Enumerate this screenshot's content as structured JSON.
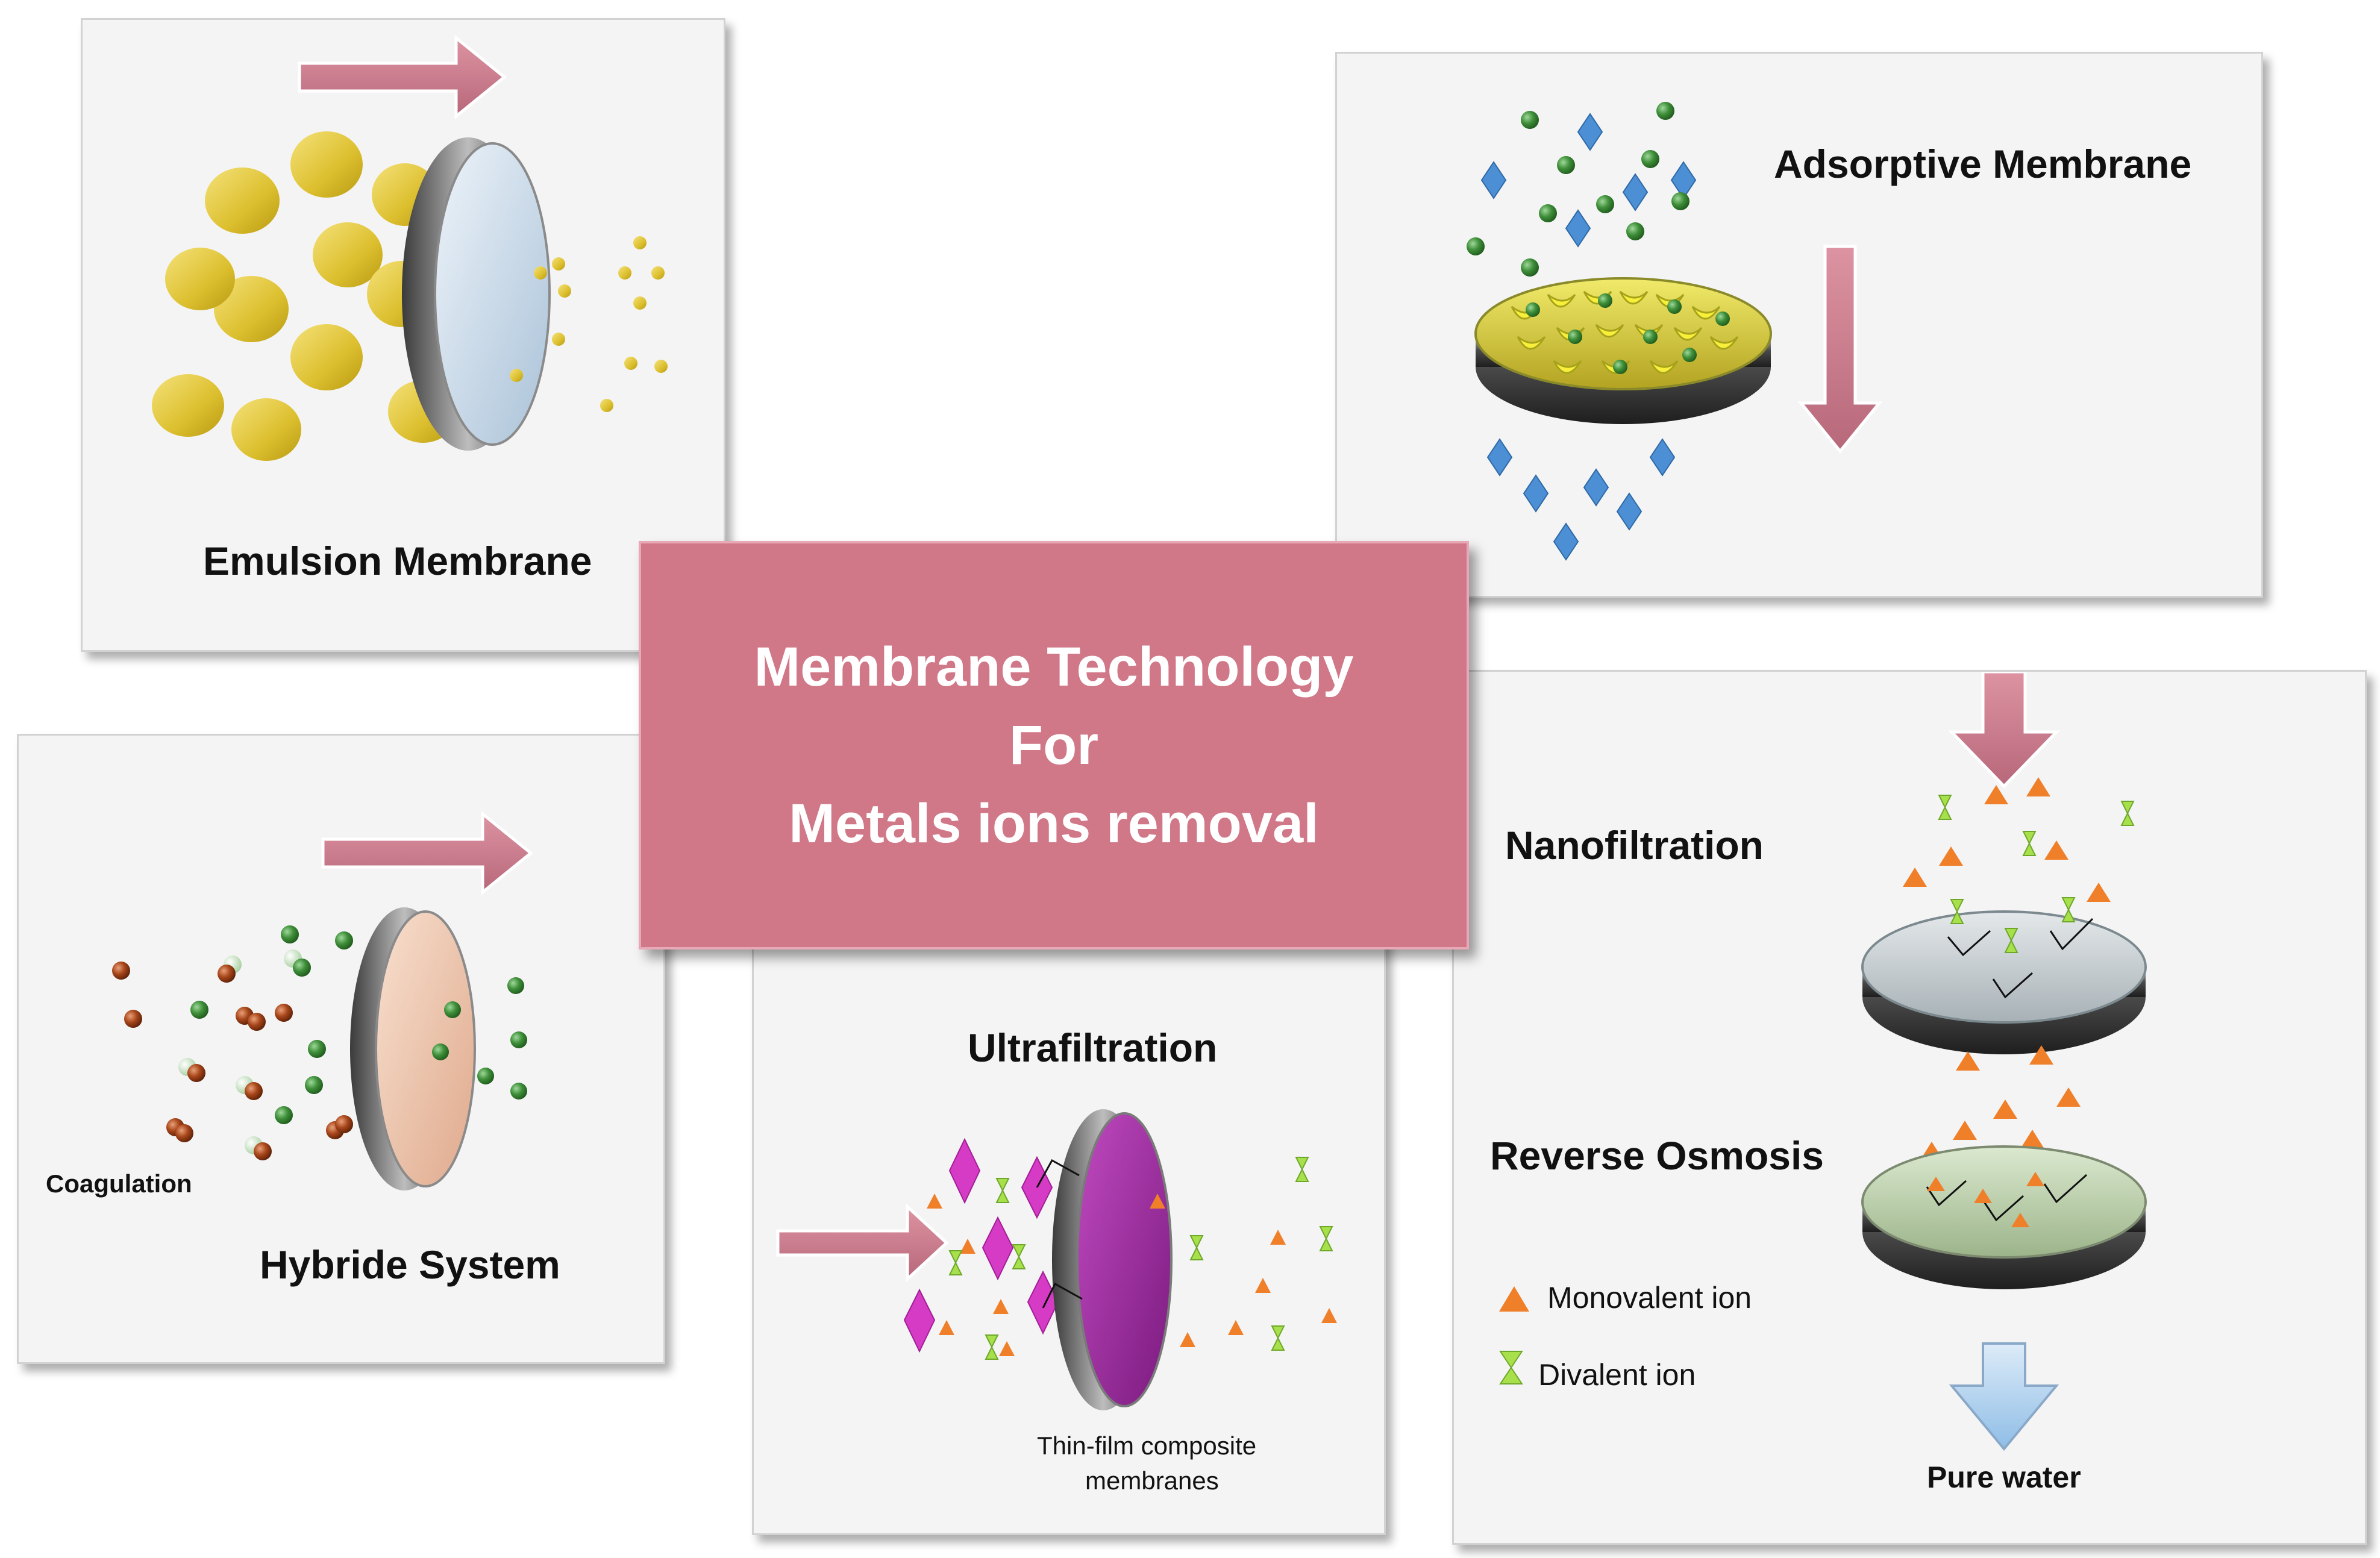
{
  "center": {
    "line1": "Membrane Technology",
    "line2": "For",
    "line3": "Metals ions removal"
  },
  "panels": {
    "emulsion": {
      "title": "Emulsion Membrane"
    },
    "adsorptive": {
      "title": "Adsorptive Membrane"
    },
    "hybride": {
      "title": "Hybride System",
      "sublabel": "Coagulation"
    },
    "ultrafiltration": {
      "title": "Ultrafiltration",
      "caption_line1": "Thin-film composite",
      "caption_line2": "membranes"
    },
    "nf_ro": {
      "nanofiltration": "Nanofiltration",
      "reverse_osmosis": "Reverse Osmosis",
      "legend_monovalent": "Monovalent ion",
      "legend_divalent": "Divalent ion",
      "pure_water": "Pure water"
    }
  },
  "colors": {
    "arrow": "#c9788a",
    "center_box": "#d07788",
    "yellow_droplet": "#e1c436",
    "green_ion": "#3f8f3a",
    "blue_ion": "#4d8fd4",
    "orange_ion": "#f07f2a",
    "lime_ion": "#a7e04a",
    "magenta_ion": "#d63bc6",
    "brown_particle": "#a8461a",
    "pure_water_arrow": "#a9cdec"
  },
  "icons": {
    "flow_arrow": "pink-block-arrow",
    "membrane": "disc-membrane",
    "monovalent": "orange-triangle",
    "divalent": "lime-hourglass",
    "pure_water": "light-blue-down-arrow"
  }
}
